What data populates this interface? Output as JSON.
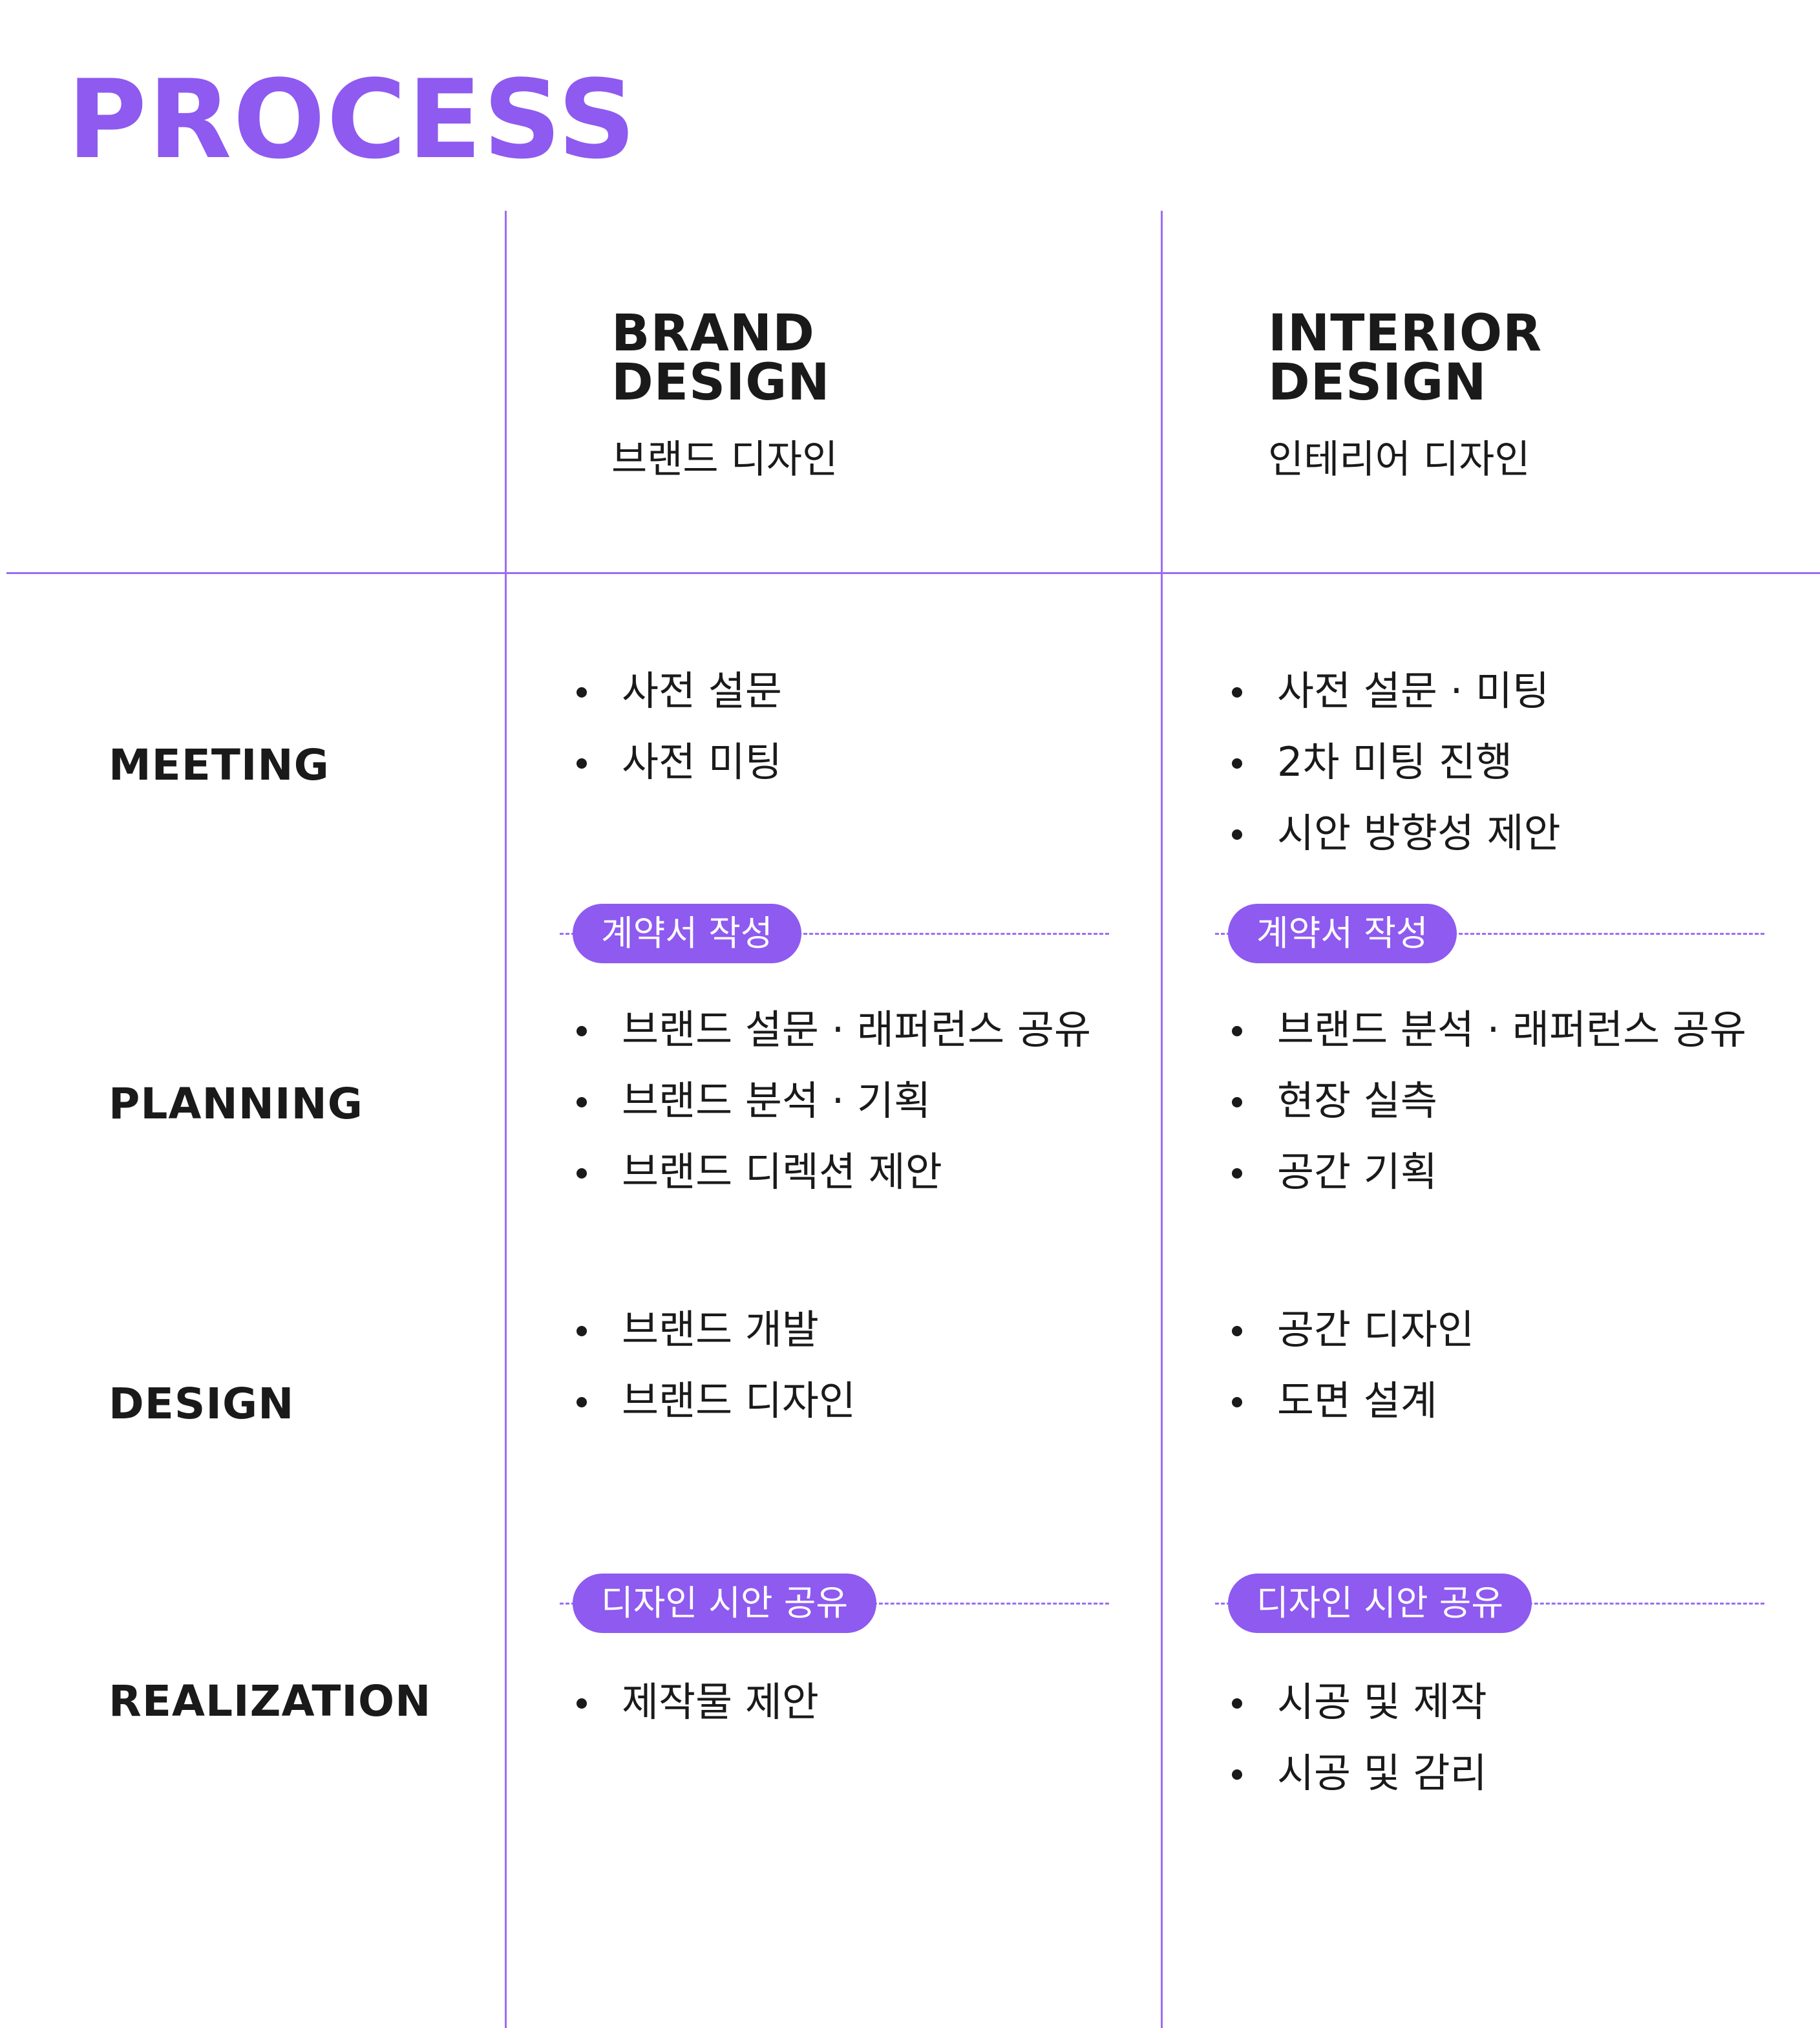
{
  "page": {
    "title": "PROCESS"
  },
  "colors": {
    "accent": "#8e5af0",
    "line": "#9b6cf3",
    "text": "#1a1a1a"
  },
  "columns": [
    {
      "title_line1": "BRAND",
      "title_line2": "DESIGN",
      "subtitle": "브랜드 디자인"
    },
    {
      "title_line1": "INTERIOR",
      "title_line2": "DESIGN",
      "subtitle": "인테리어 디자인"
    }
  ],
  "phases": [
    "MEETING",
    "PLANNING",
    "DESIGN",
    "REALIZATION"
  ],
  "brand": {
    "meeting": [
      "사전 설문",
      "사전 미팅"
    ],
    "contract_pill": "계약서 작성",
    "planning": [
      "브랜드 설문 · 래퍼런스 공유",
      "브랜드 분석 · 기획",
      "브랜드 디렉션 제안"
    ],
    "design": [
      "브랜드 개발",
      "브랜드 디자인"
    ],
    "share_pill": "디자인 시안 공유",
    "realization": [
      "제작물 제안"
    ]
  },
  "interior": {
    "meeting": [
      "사전 설문 · 미팅",
      "2차 미팅 진행",
      "시안 방향성 제안"
    ],
    "contract_pill": "계약서 작성",
    "planning": [
      "브랜드 분석 · 래퍼런스 공유",
      "현장 실측",
      "공간 기획"
    ],
    "design": [
      "공간 디자인",
      "도면 설계"
    ],
    "share_pill": "디자인 시안 공유",
    "realization": [
      "시공 및 제작",
      "시공 및 감리"
    ]
  }
}
